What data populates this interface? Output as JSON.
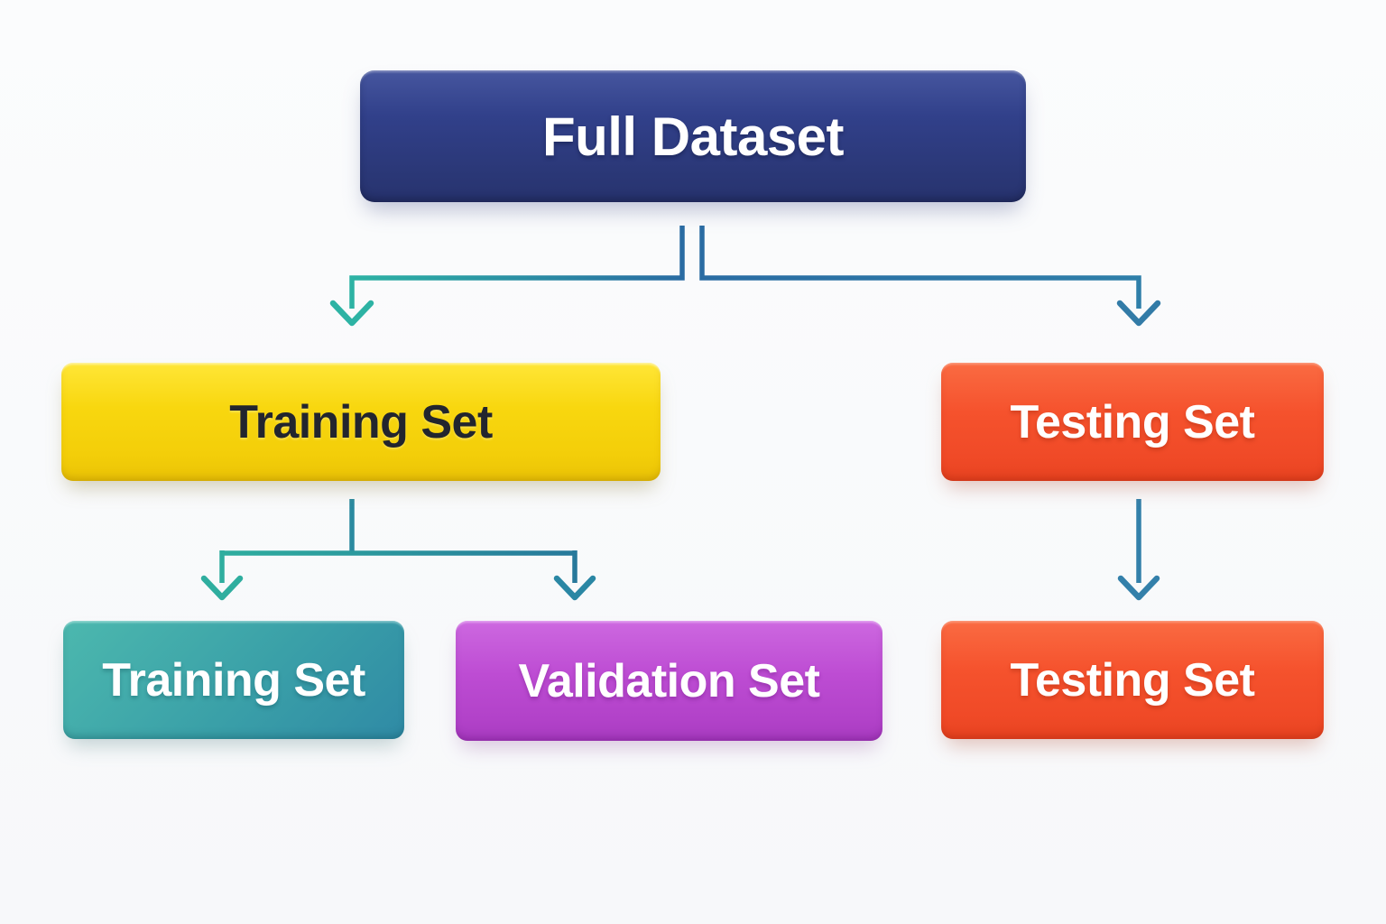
{
  "diagram": {
    "type": "flowchart",
    "background": "#f8f9fb",
    "connector_colors": {
      "teal": "#2db3a4",
      "blue": "#2a6ca3"
    },
    "nodes": [
      {
        "id": "full-dataset",
        "label": "Full Dataset",
        "level": 1,
        "fill": "#2e3c82",
        "text_color": "#ffffff"
      },
      {
        "id": "training-set",
        "label": "Training Set",
        "level": 2,
        "fill": "#f6d40e",
        "text_color": "#22252e"
      },
      {
        "id": "testing-set",
        "label": "Testing Set",
        "level": 2,
        "fill": "#f4512c",
        "text_color": "#ffffff"
      },
      {
        "id": "training-set-final",
        "label": "Training Set",
        "level": 3,
        "fill": "#38a3a8",
        "text_color": "#ffffff"
      },
      {
        "id": "validation-set",
        "label": "Validation Set",
        "level": 3,
        "fill": "#bd4fd3",
        "text_color": "#ffffff"
      },
      {
        "id": "testing-set-final",
        "label": "Testing Set",
        "level": 3,
        "fill": "#f4512c",
        "text_color": "#ffffff"
      }
    ],
    "edges": [
      {
        "from": "full-dataset",
        "to": "training-set"
      },
      {
        "from": "full-dataset",
        "to": "testing-set"
      },
      {
        "from": "training-set",
        "to": "training-set-final"
      },
      {
        "from": "training-set",
        "to": "validation-set"
      },
      {
        "from": "testing-set",
        "to": "testing-set-final"
      }
    ]
  }
}
